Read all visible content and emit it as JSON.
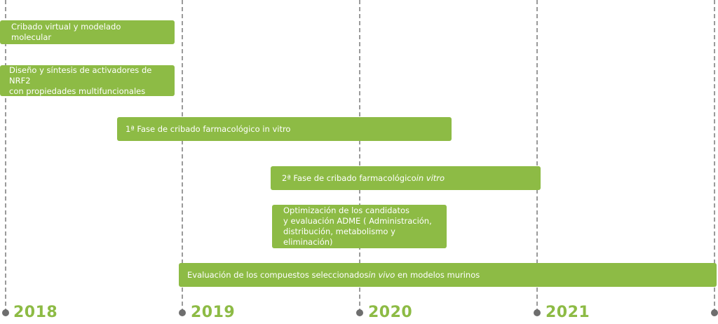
{
  "colors": {
    "bar": "#8dbb45",
    "year": "#8dbb45",
    "axis_line": "#9a9a9a",
    "dot": "#6e6e6e"
  },
  "years": [
    "2018",
    "2019",
    "2020",
    "2021",
    ""
  ],
  "tasks": [
    {
      "text": "Cribado virtual y modelado molecular",
      "italic": "",
      "suffix": ""
    },
    {
      "text": "Diseño y síntesis de activadores de NRF2\ncon propiedades multifuncionales",
      "italic": "",
      "suffix": ""
    },
    {
      "text": "1ª Fase de cribado farmacológico in vitro",
      "italic": "",
      "suffix": ""
    },
    {
      "text": "2ª Fase de cribado farmacológico ",
      "italic": "in vitro",
      "suffix": ""
    },
    {
      "text": "Optimización de los candidatos\ny evaluación ADME ( Administración,\ndistribución, metabolismo y eliminación)",
      "italic": "",
      "suffix": ""
    },
    {
      "text": "Evaluación de los compuestos seleccionados ",
      "italic": "in vivo",
      "suffix": " en modelos murinos"
    }
  ]
}
